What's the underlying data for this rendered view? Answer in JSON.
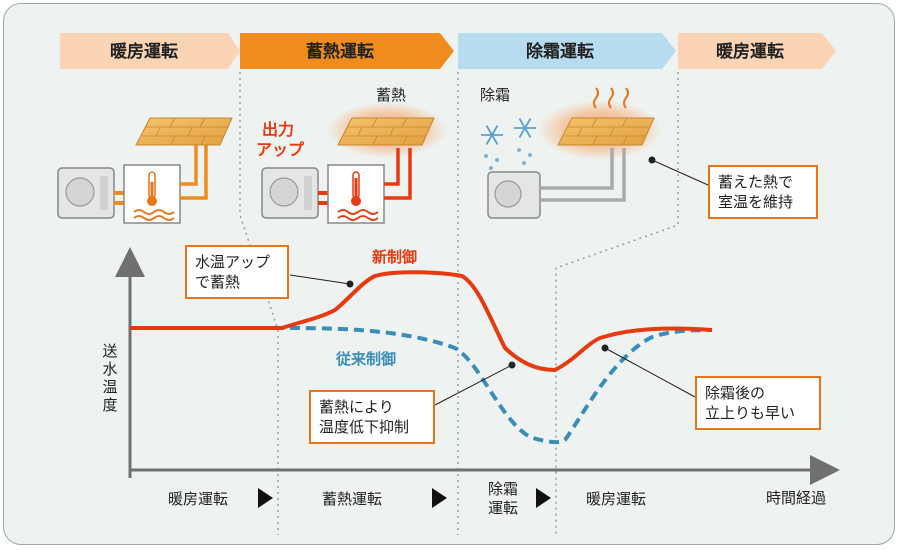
{
  "phases": [
    {
      "label": "暖房運転",
      "color": "#fbd3b5"
    },
    {
      "label": "蓄熱運転",
      "color": "#f08c1e"
    },
    {
      "label": "除霜運転",
      "color": "#b8dcef"
    },
    {
      "label": "暖房運転",
      "color": "#fbd3b5"
    }
  ],
  "icons": {
    "heat_storage_label": "蓄熱",
    "output_up_line1": "出力",
    "output_up_line2": "アップ",
    "defrost_label": "除霜"
  },
  "callouts": {
    "water_temp_up": [
      "水温アップ",
      "で蓄熱"
    ],
    "stored_heat": [
      "蓄えた熱で",
      "室温を維持"
    ],
    "storage_suppress": [
      "蓄熱により",
      "温度低下抑制"
    ],
    "fast_rise": [
      "除霜後の",
      "立上りも早い"
    ]
  },
  "legend": {
    "new": "新制御",
    "old": "従来制御"
  },
  "axes": {
    "y_label": [
      "送",
      "水",
      "温",
      "度"
    ],
    "x_label": "時間経過"
  },
  "bottom_phases": {
    "heating1": "暖房運転",
    "storage": "蓄熱運転",
    "defrost_line1": "除霜",
    "defrost_line2": "運転",
    "heating2": "暖房運転"
  },
  "colors": {
    "new_line": "#e63a10",
    "old_line": "#3a8db8",
    "accent_orange": "#e8751a"
  }
}
